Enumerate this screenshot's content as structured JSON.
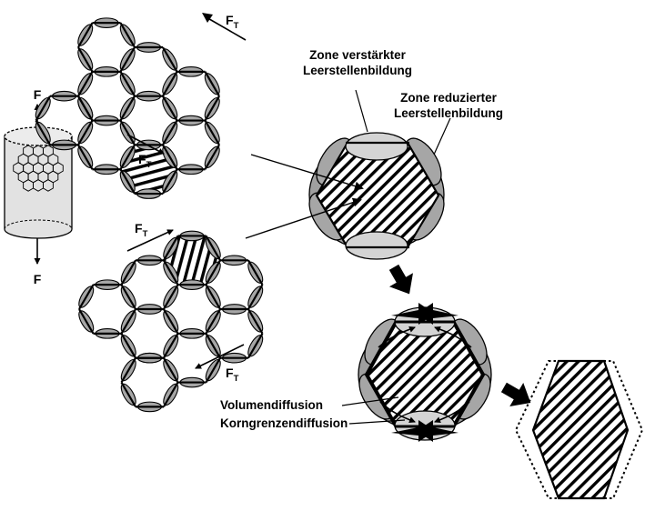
{
  "labels": {
    "zone_enhanced_line1": "Zone verstärkter",
    "zone_enhanced_line2": "Leerstellenbildung",
    "zone_reduced_line1": "Zone reduzierter",
    "zone_reduced_line2": "Leerstellenbildung",
    "volume_diffusion": "Volumendiffusion",
    "grain_boundary_diffusion": "Korngrenzendiffusion"
  },
  "forces": {
    "axial": "F",
    "shear": "F",
    "shear_subscript": "T"
  },
  "colors": {
    "grain_fill": "#d4d4d4",
    "boundary_fill": "#cccccc",
    "dark_zone_fill": "#a6a6a6",
    "cylinder_fill": "#e2e2e2",
    "stroke": "#000000"
  }
}
